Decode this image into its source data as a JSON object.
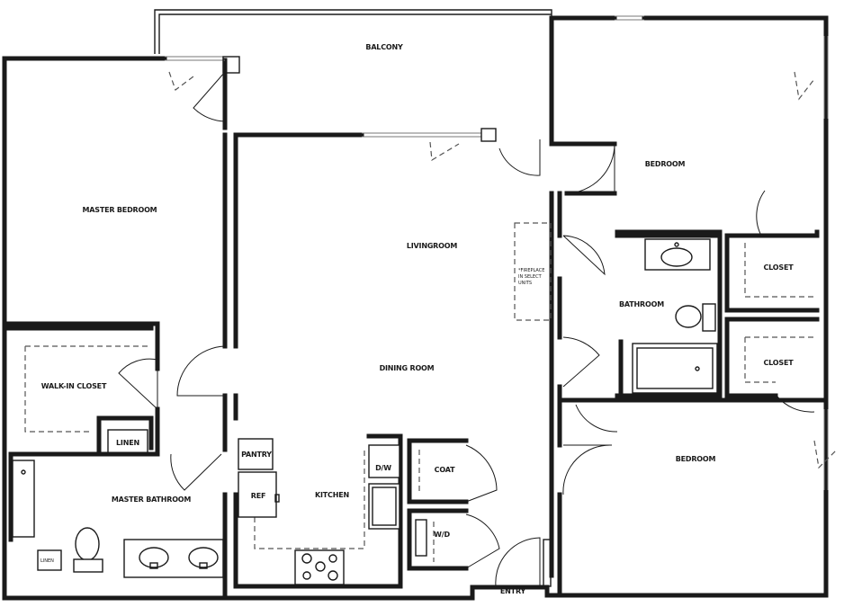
{
  "rooms": {
    "balcony": "BALCONY",
    "master_bedroom": "MASTER BEDROOM",
    "living_room": "LIVINGROOM",
    "dining_room": "DINING ROOM",
    "kitchen": "KITCHEN",
    "walk_in_closet": "WALK-IN CLOSET",
    "linen": "LINEN",
    "linen_small": "LINEN",
    "master_bathroom": "MASTER BATHROOM",
    "pantry": "PANTRY",
    "refrigerator": "REF",
    "dishwasher": "D/W",
    "coat": "COAT",
    "washer_dryer": "W/D",
    "entry": "ENTRY",
    "bedroom_1": "BEDROOM",
    "bedroom_2": "BEDROOM",
    "closet_1": "CLOSET",
    "closet_2": "CLOSET",
    "bathroom": "BATHROOM"
  },
  "fireplace_note": [
    "*FIREPLACE",
    "IN SELECT",
    "UNITS"
  ],
  "colors": {
    "wall": "#1a1a1a",
    "background": "#ffffff"
  }
}
